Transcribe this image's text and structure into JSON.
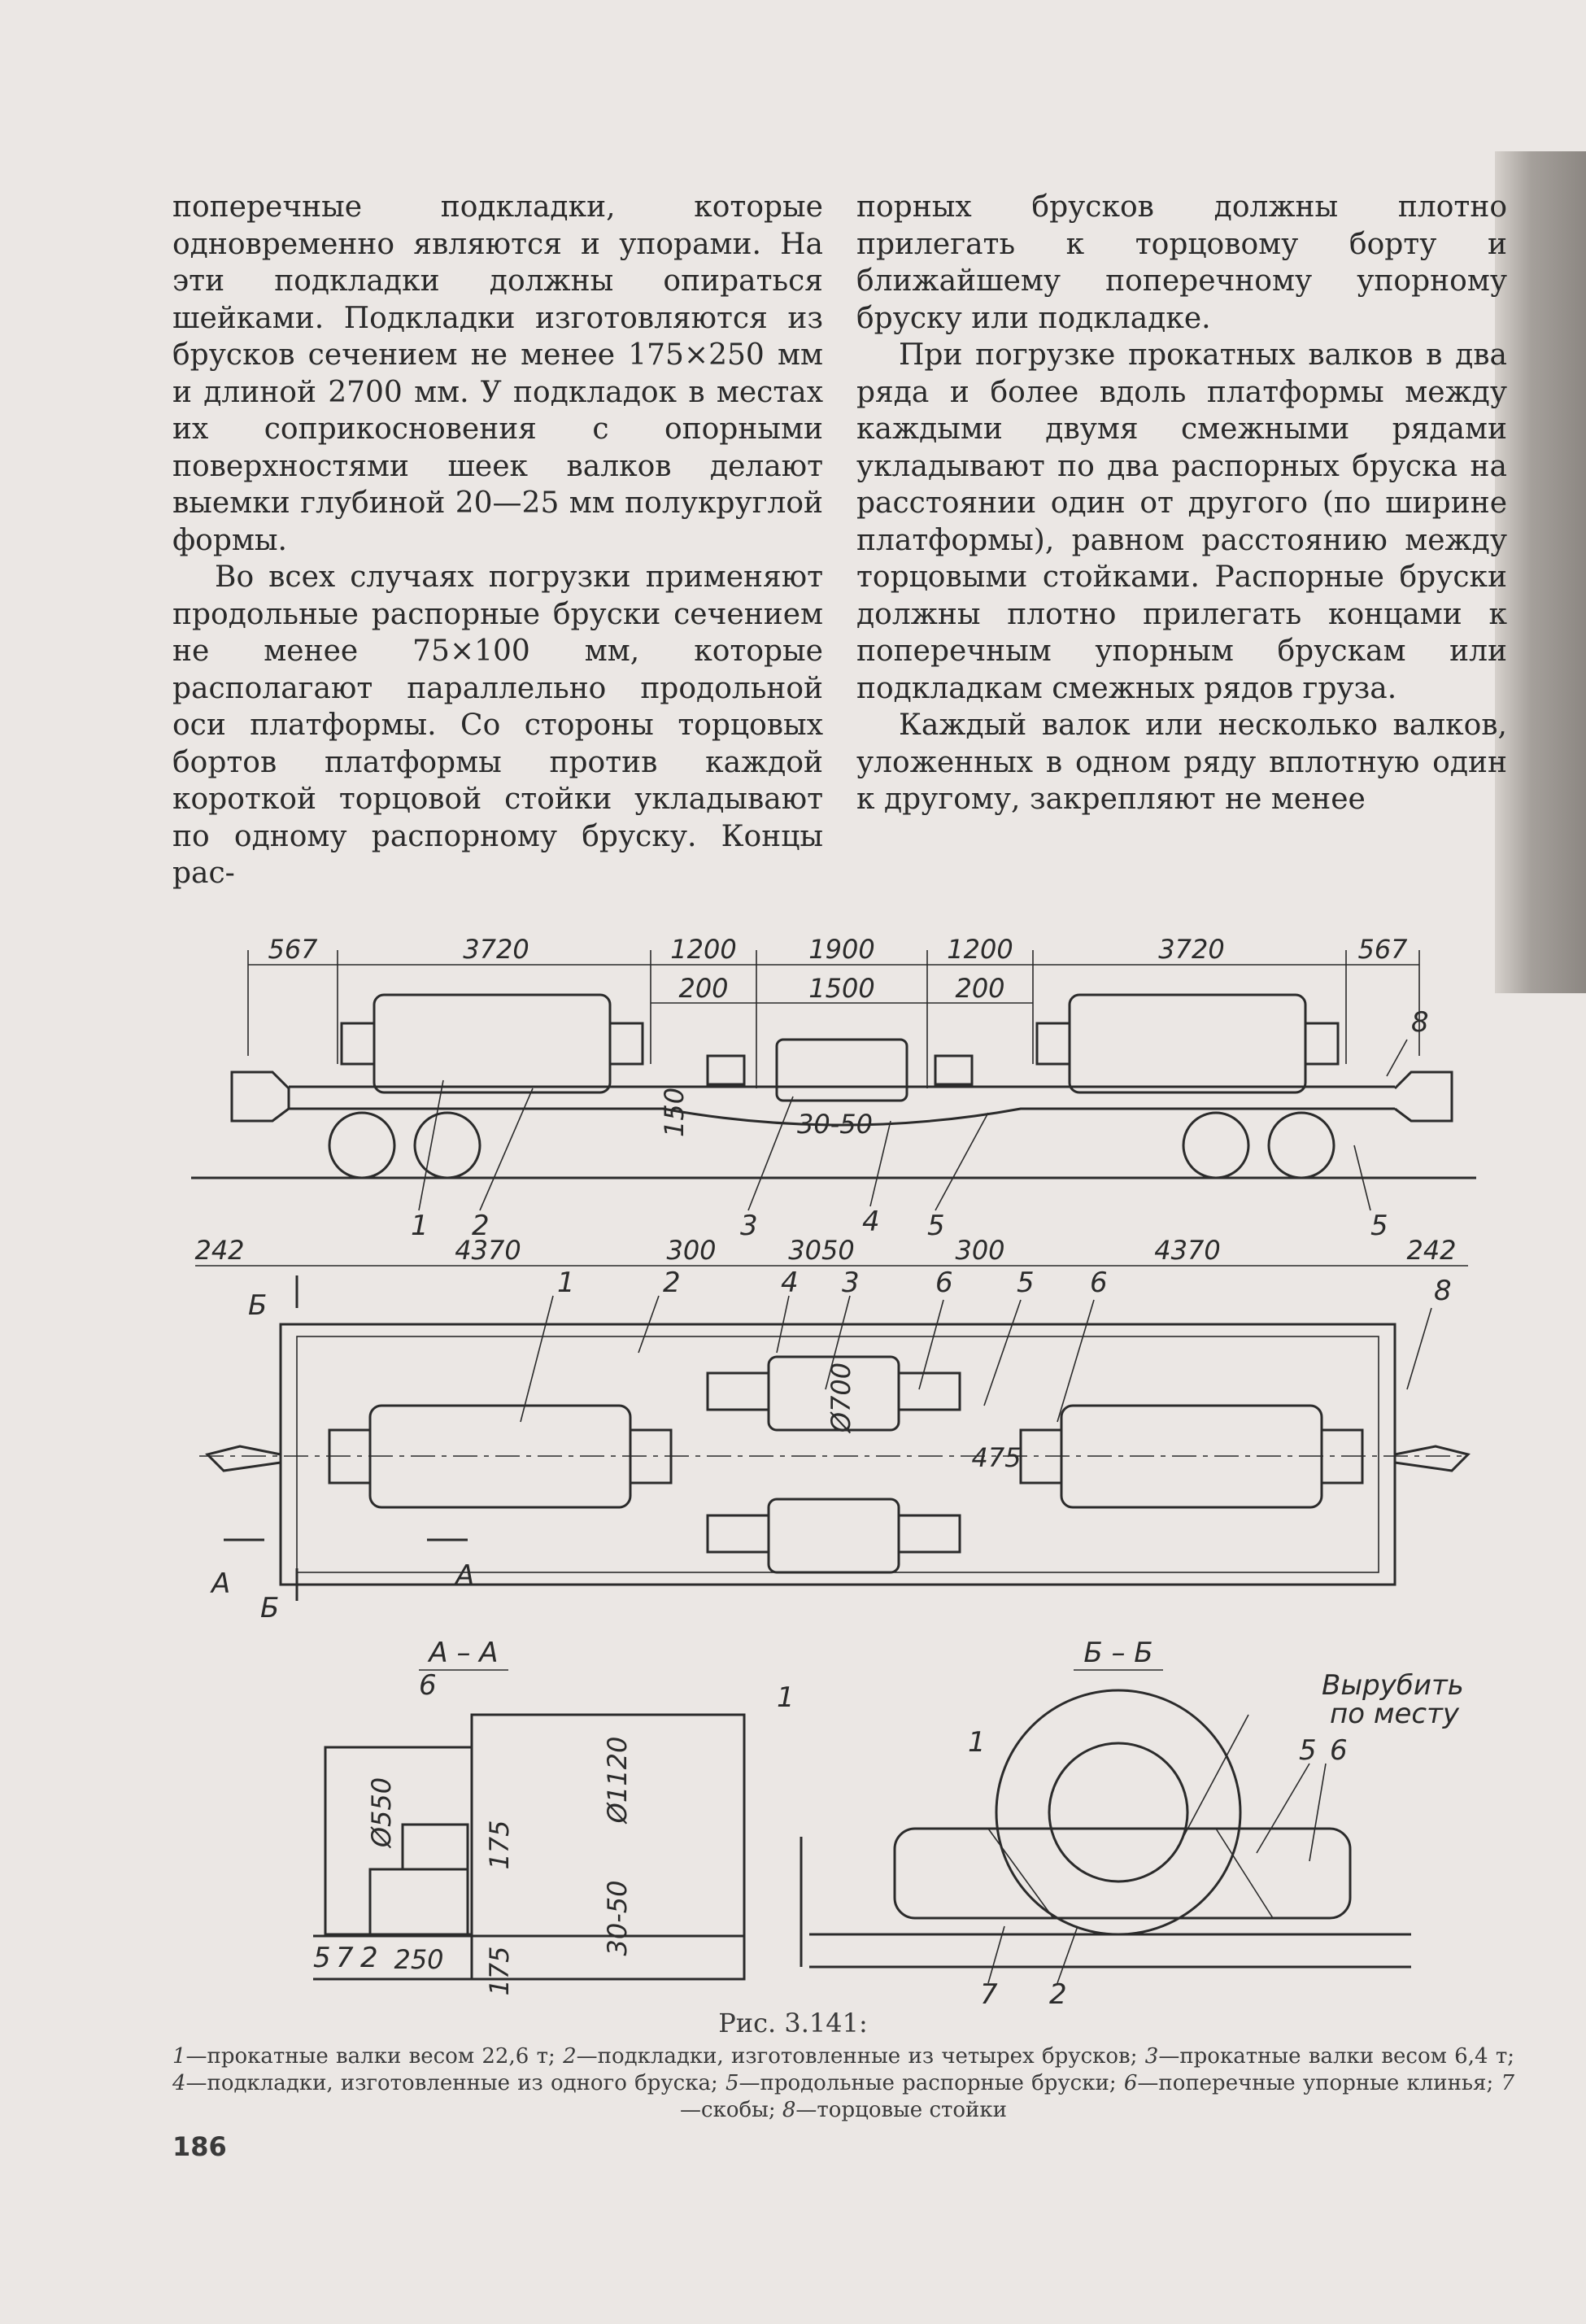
{
  "left_column": {
    "p1": "поперечные подкладки, которые одновременно являются и упорами. На эти подкладки должны опираться шейками. Подкладки изготовляются из брусков сечением не менее 175×250 мм и длиной 2700 мм. У подкладок в местах их соприкосновения с опорными поверхностями шеек валков делают выемки глубиной 20—25 мм полукруглой формы.",
    "p2": "Во всех случаях погрузки применяют продольные распорные бруски сечением не менее 75×100 мм, которые располагают параллельно продольной оси платформы. Со стороны торцовых бортов платформы против каждой короткой торцовой стойки укладывают по одному распорному бруску. Концы рас-"
  },
  "right_column": {
    "p1": "порных брусков должны плотно прилегать к торцовому борту и ближайшему поперечному упорному бруску или подкладке.",
    "p2": "При погрузке прокатных валков в два ряда и более вдоль платформы между каждыми двумя смежными рядами укладывают по два распорных бруска на расстоянии один от другого (по ширине платформы), равном расстоянию между торцовыми стойками. Распорные бруски должны плотно прилегать концами к поперечным упорным брускам или подкладкам смежных рядов груза.",
    "p3": "Каждый валок или несколько валков, уложенных в одном ряду вплотную один к другому, закрепляют не менее"
  },
  "figure": {
    "side_view": {
      "top_dims": [
        "567",
        "3720",
        "1200",
        "1900",
        "1200",
        "3720",
        "567"
      ],
      "inner_dims": [
        "200",
        "1500",
        "200"
      ],
      "side_dims": [
        "150",
        "30-50"
      ],
      "labels": [
        "1",
        "2",
        "3",
        "4",
        "5",
        "5",
        "8"
      ]
    },
    "plan_view": {
      "top_dims": [
        "242",
        "4370",
        "300",
        "3050",
        "300",
        "4370",
        "242"
      ],
      "labels": [
        "1",
        "2",
        "4",
        "3",
        "6",
        "5",
        "6",
        "8"
      ],
      "inner_dims": [
        "Ø700",
        "475"
      ],
      "section_marks": [
        "Б",
        "Б",
        "А",
        "А"
      ]
    },
    "section_aa": {
      "title": "А – А",
      "dims": [
        "Ø550",
        "Ø1120",
        "175",
        "30-50",
        "250",
        "175"
      ],
      "labels": [
        "6",
        "1",
        "5",
        "7",
        "2"
      ]
    },
    "section_bb": {
      "title": "Б – Б",
      "note_line1": "Вырубить",
      "note_line2": "по месту",
      "labels": [
        "1",
        "5",
        "6",
        "7",
        "2"
      ]
    }
  },
  "caption": {
    "title": "Рис. 3.141:",
    "items": [
      {
        "n": "1",
        "t": "—прокатные валки весом 22,6 т; "
      },
      {
        "n": "2",
        "t": "—подкладки, изготовленные из четырех брусков; "
      },
      {
        "n": "3",
        "t": "—прокатные валки весом 6,4 т; "
      },
      {
        "n": "4",
        "t": "—подкладки, изготовленные из одного бруска; "
      },
      {
        "n": "5",
        "t": "—продольные распорные бруски; "
      },
      {
        "n": "6",
        "t": "—поперечные упорные клинья; "
      },
      {
        "n": "7",
        "t": "—скобы; "
      },
      {
        "n": "8",
        "t": "—торцовые стойки"
      }
    ]
  },
  "page_number": "186"
}
